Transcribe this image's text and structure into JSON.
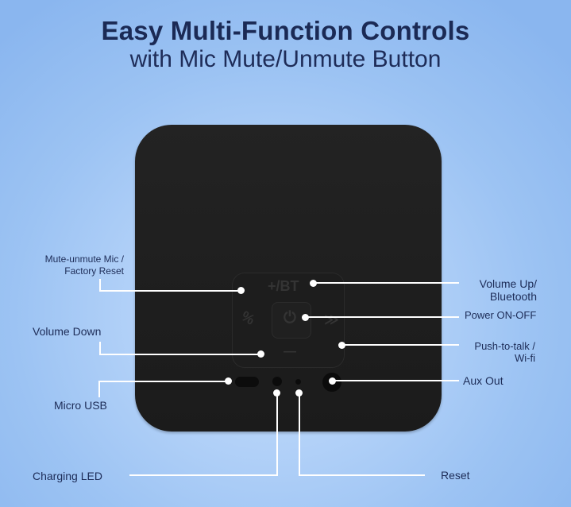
{
  "header": {
    "title": "Easy Multi-Function Controls",
    "subtitle": "with Mic Mute/Unmute Button"
  },
  "device": {
    "color": "#1e1e1e",
    "buttons": [
      {
        "id": "volume-up-bt",
        "glyph": "+/BT"
      },
      {
        "id": "mic-mute",
        "glyph": "%"
      },
      {
        "id": "power",
        "glyph": "⏻"
      },
      {
        "id": "push-to-talk-wifi",
        "glyph": "≫"
      },
      {
        "id": "volume-down",
        "glyph": "—"
      }
    ],
    "ports": [
      "Micro USB",
      "Charging LED",
      "Reset",
      "Aux Out"
    ]
  },
  "labels": {
    "mute_mic_line1": "Mute-unmute Mic /",
    "mute_mic_line2": "Factory Reset",
    "volume_down": "Volume Down",
    "micro_usb": "Micro USB",
    "charging_led": "Charging LED",
    "volume_up_line1": "Volume Up/",
    "volume_up_line2": "Bluetooth",
    "power": "Power ON-OFF",
    "push_to_talk_line1": "Push-to-talk /",
    "push_to_talk_line2": "Wi-fi",
    "aux_out": "Aux Out",
    "reset": "Reset"
  },
  "colors": {
    "background": "#a9ccf6",
    "text": "#1d2c57",
    "callout_line": "#ffffff"
  }
}
